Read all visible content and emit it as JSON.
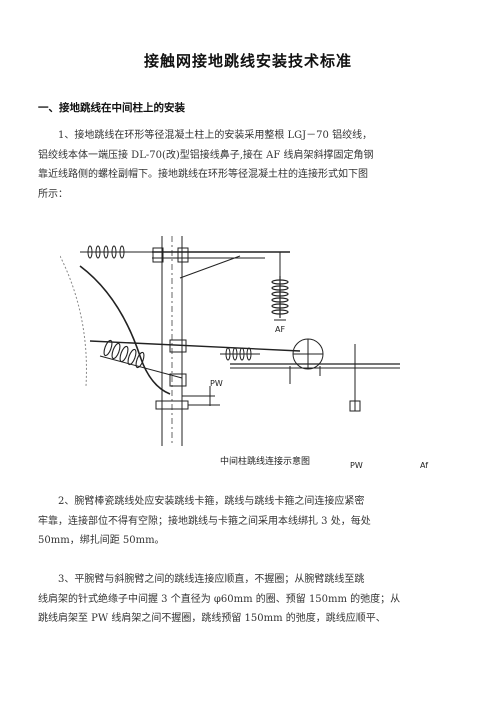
{
  "title": "接触网接地跳线安装技术标准",
  "section1_heading": "一、接地跳线在中间柱上的安装",
  "para1": [
    "　　1、接地跳线在环形等径混凝土柱上的安装采用整根 LGJ－70 铝绞线，",
    "铝绞线本体一端压接 DL-70(改)型铝接线鼻子,接在 AF 线肩架斜撑固定角钢",
    "靠近线路侧的螺栓副帽下。接地跳线在环形等径混凝土柱的连接形式如下图",
    "所示："
  ],
  "figure": {
    "caption": "中间柱跳线连接示意图",
    "labels": {
      "af_top": "AF",
      "pw_left": "PW",
      "pw_bottom": "PW",
      "af_bottom": "Af"
    }
  },
  "para2": [
    "　　2、腕臂棒瓷跳线处应安装跳线卡箍，跳线与跳线卡箍之间连接应紧密",
    "牢靠，连接部位不得有空隙；接地跳线与卡箍之间采用本线绑扎 3 处，每处",
    "50mm，绑扎间距 50mm。"
  ],
  "para3": [
    "　　3、平腕臂与斜腕臂之间的跳线连接应顺直，不握圈；从腕臂跳线至跳",
    "线肩架的针式绝缘子中间握 3 个直径为 φ60mm 的圈、预留 150mm 的弛度；从",
    "跳线肩架至 PW 线肩架之间不握圈，跳线预留 150mm 的弛度，跳线应顺平、"
  ]
}
